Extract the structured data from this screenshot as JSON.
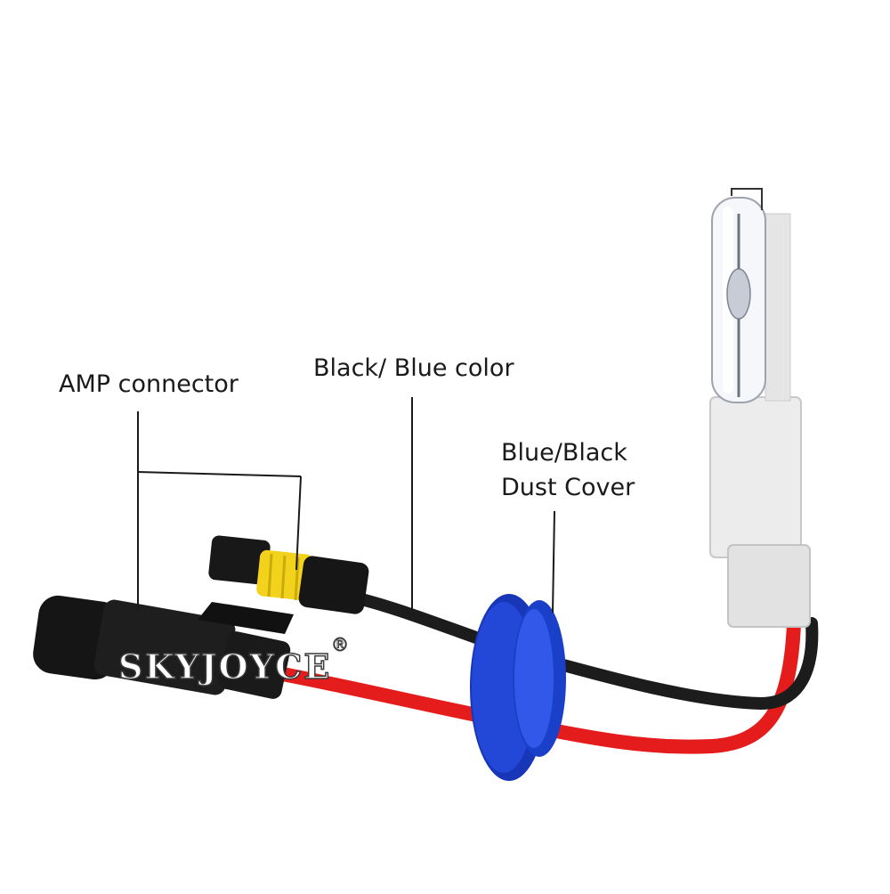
{
  "labels": {
    "amp_connector": "AMP connector",
    "wire_color": "Black/ Blue color",
    "dust_cover_line1": "Blue/Black",
    "dust_cover_line2": "Dust Cover"
  },
  "watermark": {
    "brand": "SKYJOYCE",
    "registered_mark": "®"
  },
  "colors": {
    "background": "#ffffff",
    "red_wire": "#e51c1c",
    "black_wire": "#1c1c1c",
    "dust_cover": "#1f3fcf",
    "seal": "#f2d21a",
    "base": "#ececec"
  }
}
